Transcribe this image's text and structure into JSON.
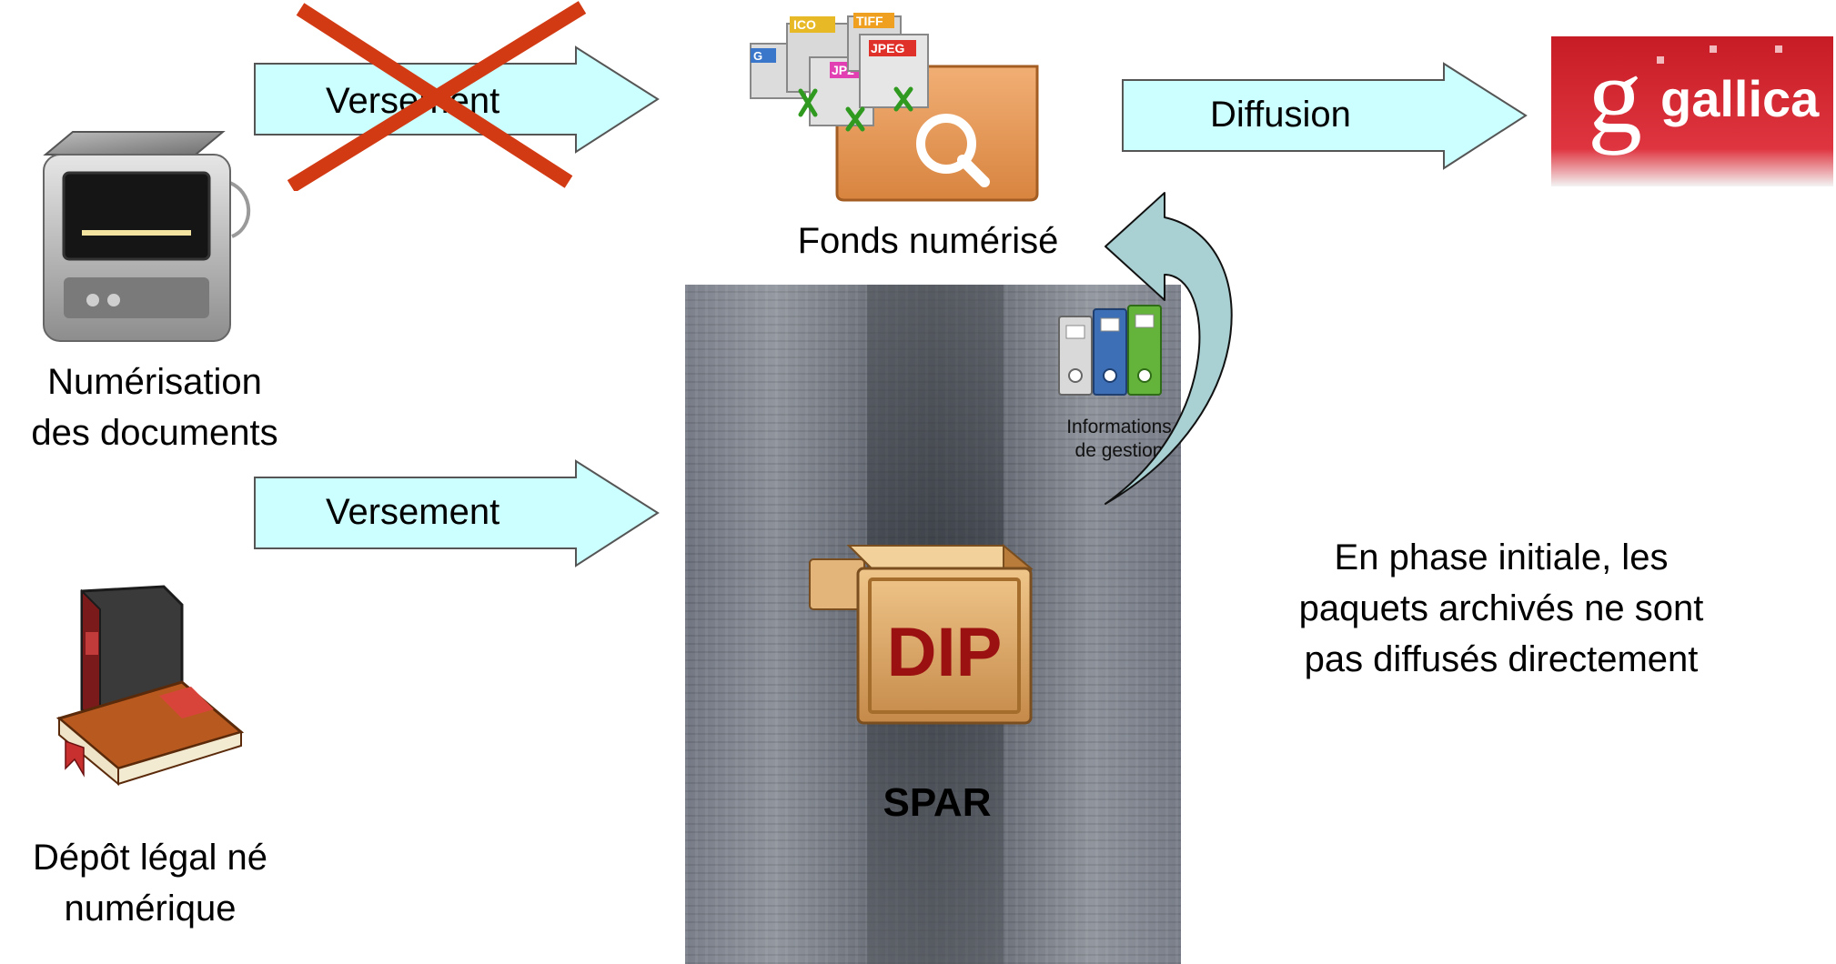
{
  "nodes": {
    "scanner": {
      "label_line1": "Numérisation",
      "label_line2": "des documents"
    },
    "legal_deposit": {
      "label_line1": "Dépôt légal né",
      "label_line2": "numérique"
    },
    "digitized_fonds": {
      "label": "Fonds numérisé",
      "file_badges": [
        "ICO",
        "TIFF",
        "JPEG",
        "JP2",
        "G"
      ]
    },
    "gallica": {
      "logo_text": "gallica"
    },
    "spar": {
      "label": "SPAR",
      "package_label": "DIP",
      "management_info_line1": "Informations",
      "management_info_line2": "de gestion"
    }
  },
  "arrows": {
    "top_versement": {
      "label": "Versement",
      "crossed_out": true
    },
    "bottom_versement": {
      "label": "Versement"
    },
    "diffusion": {
      "label": "Diffusion"
    }
  },
  "note": {
    "line1": "En phase initiale, les",
    "line2": "paquets archivés ne sont",
    "line3": "pas diffusés directement"
  },
  "colors": {
    "arrow_fill": "#ccffff",
    "curved_arrow_fill": "#a9d0d3",
    "cross": "#d13a13",
    "gallica_red": "#d7282f",
    "dip_text": "#9b1111"
  }
}
